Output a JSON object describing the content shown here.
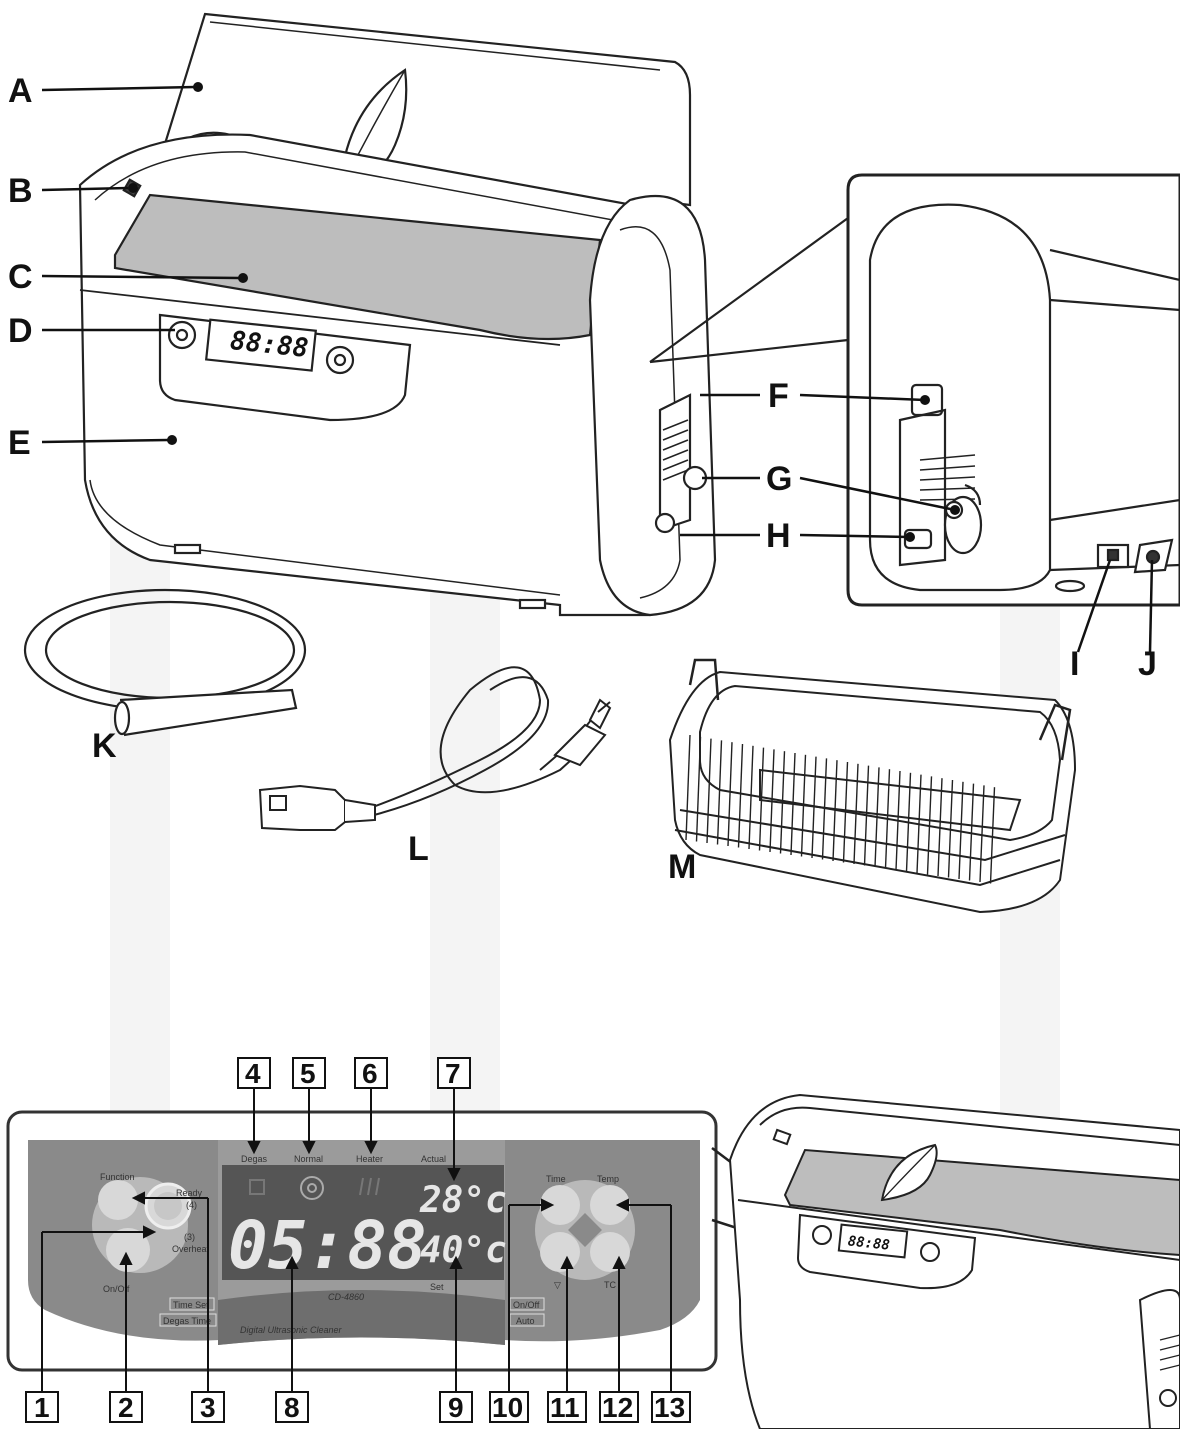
{
  "callouts": [
    "A",
    "B",
    "C",
    "D",
    "E",
    "F",
    "G",
    "H",
    "I",
    "J",
    "K",
    "L",
    "M"
  ],
  "panel_numbers": [
    "1",
    "2",
    "3",
    "4",
    "5",
    "6",
    "7",
    "8",
    "9",
    "10",
    "11",
    "12",
    "13"
  ],
  "panel": {
    "indicators": [
      "Degas",
      "Normal",
      "Heater",
      "Actual"
    ],
    "set_label": "Set",
    "left_labels": {
      "function": "Function",
      "ready": "Ready",
      "ready_sub": "(4)",
      "overheat_sub": "(3)",
      "overheat": "Overheat",
      "onoff": "On/Off",
      "small1": "Time Set",
      "small2": "Degas Time"
    },
    "right_labels": {
      "time": "Time",
      "temp": "Temp",
      "down": "▽",
      "tc": "TC",
      "small1": "On/Off",
      "small2": "Auto"
    },
    "time_display": "05:88",
    "temp_actual": "28°c",
    "temp_set": "40°c",
    "model": "CD-4860",
    "brand_text": "Digital Ultrasonic Cleaner"
  },
  "machine_display": "88:88"
}
